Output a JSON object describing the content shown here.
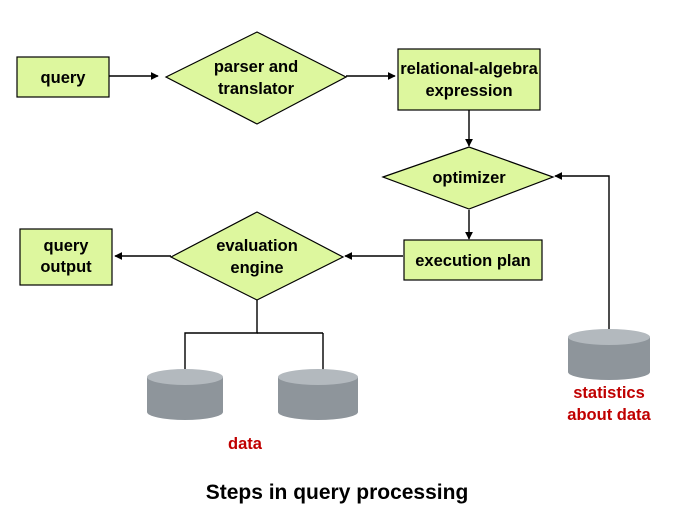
{
  "colors": {
    "node_fill": "#DDF79E",
    "node_stroke": "#000000",
    "label_red": "#C00000",
    "cylinder_body": "#8E959B",
    "cylinder_top": "#B3B9BE",
    "edge": "#000000"
  },
  "nodes": {
    "query": {
      "line1": "query"
    },
    "parser": {
      "line1": "parser and",
      "line2": "translator"
    },
    "relational": {
      "line1": "relational-algebra",
      "line2": "expression"
    },
    "optimizer": {
      "line1": "optimizer"
    },
    "execution_plan": {
      "line1": "execution plan"
    },
    "evaluation": {
      "line1": "evaluation",
      "line2": "engine"
    },
    "query_output": {
      "line1": "query",
      "line2": "output"
    }
  },
  "data_stores": {
    "data_label": "data",
    "statistics_label": {
      "line1": "statistics",
      "line2": "about data"
    }
  },
  "caption": "Steps in query processing"
}
